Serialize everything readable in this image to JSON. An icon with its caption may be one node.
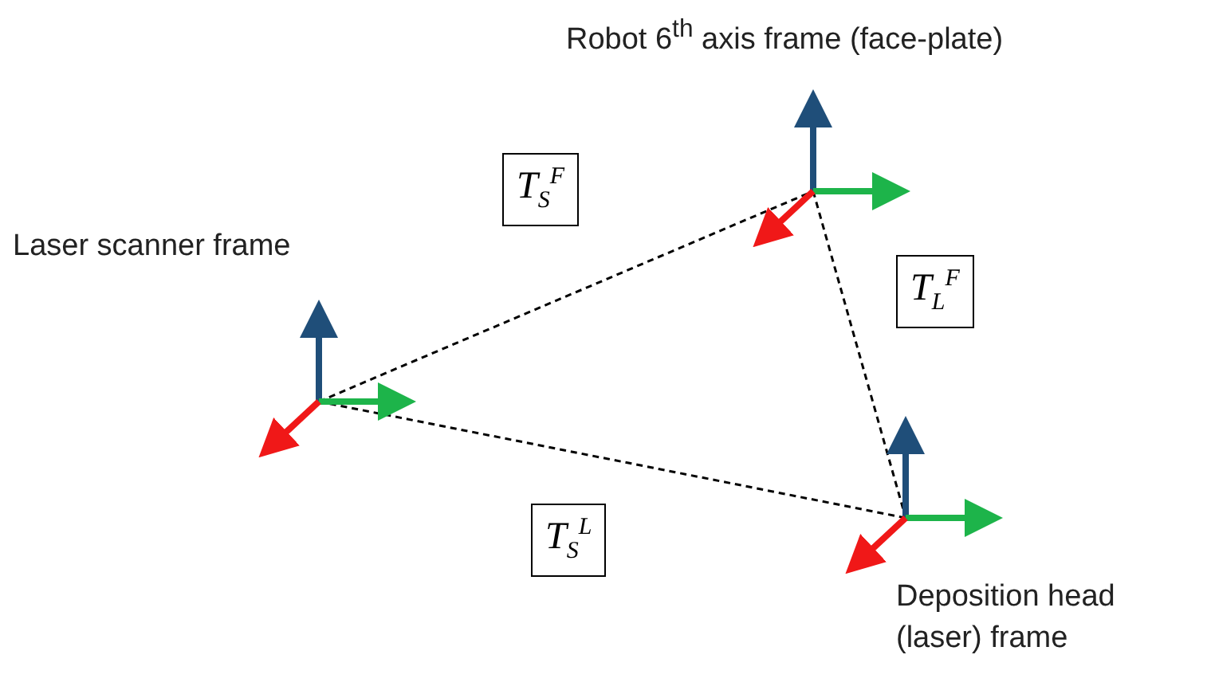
{
  "diagram": {
    "nodes": [
      {
        "text": [],
        "shape": "picture",
        "beside": [
          "Laser scanner frame"
        ]
      },
      {
        "text": [],
        "shape": "picture",
        "beside": [
          "Robot 6$^{th}$ axis frame (face-plate)"
        ]
      },
      {
        "text": [],
        "shape": "picture",
        "beside": [
          "Deposition head (laser) frame"
        ]
      }
    ],
    "edges": [
      {
        "from": 0,
        "to": 1,
        "arrow": "none",
        "style": "dashed",
        "label": "T$_{S}$$^{F}$"
      },
      {
        "from": 1,
        "to": 2,
        "arrow": "none",
        "style": "dashed",
        "label": "T$_{L}$$^{F}$"
      },
      {
        "from": 0,
        "to": 2,
        "arrow": "none",
        "style": "dashed",
        "label": "T$_{S}$$^{L}$"
      }
    ]
  }
}
